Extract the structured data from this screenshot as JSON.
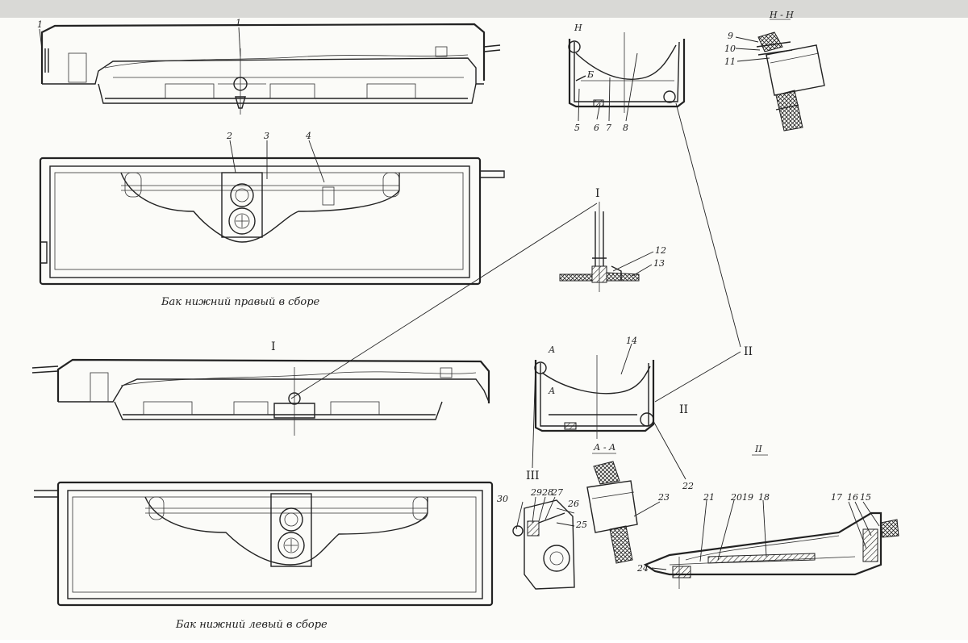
{
  "captions": {
    "right_tank": "Бак нижний правый в сборе",
    "left_tank": "Бак нижний левый в сборе"
  },
  "section_marks": {
    "nn": "Н - Н",
    "aa": "А - А",
    "detail_2": "II",
    "n_top": "Н",
    "a_top": "А",
    "a_bottom": "А",
    "b_mark": "Б"
  },
  "roman_labels": {
    "I_upper": "I",
    "I_lower": "I",
    "II_right": "II",
    "II_mid": "II",
    "III": "III"
  },
  "part_numbers": {
    "p1a": "1",
    "p1b": "1",
    "p2": "2",
    "p3": "3",
    "p4": "4",
    "p5": "5",
    "p6": "6",
    "p7": "7",
    "p8": "8",
    "p9": "9",
    "p10": "10",
    "p11": "11",
    "p12": "12",
    "p13": "13",
    "p14": "14",
    "p15": "15",
    "p16": "16",
    "p17": "17",
    "p18": "18",
    "p19": "19",
    "p20": "20",
    "p21": "21",
    "p22": "22",
    "p23": "23",
    "p24": "24",
    "p25": "25",
    "p26": "26",
    "p27": "27",
    "p28": "28",
    "p29": "29",
    "p30": "30"
  }
}
